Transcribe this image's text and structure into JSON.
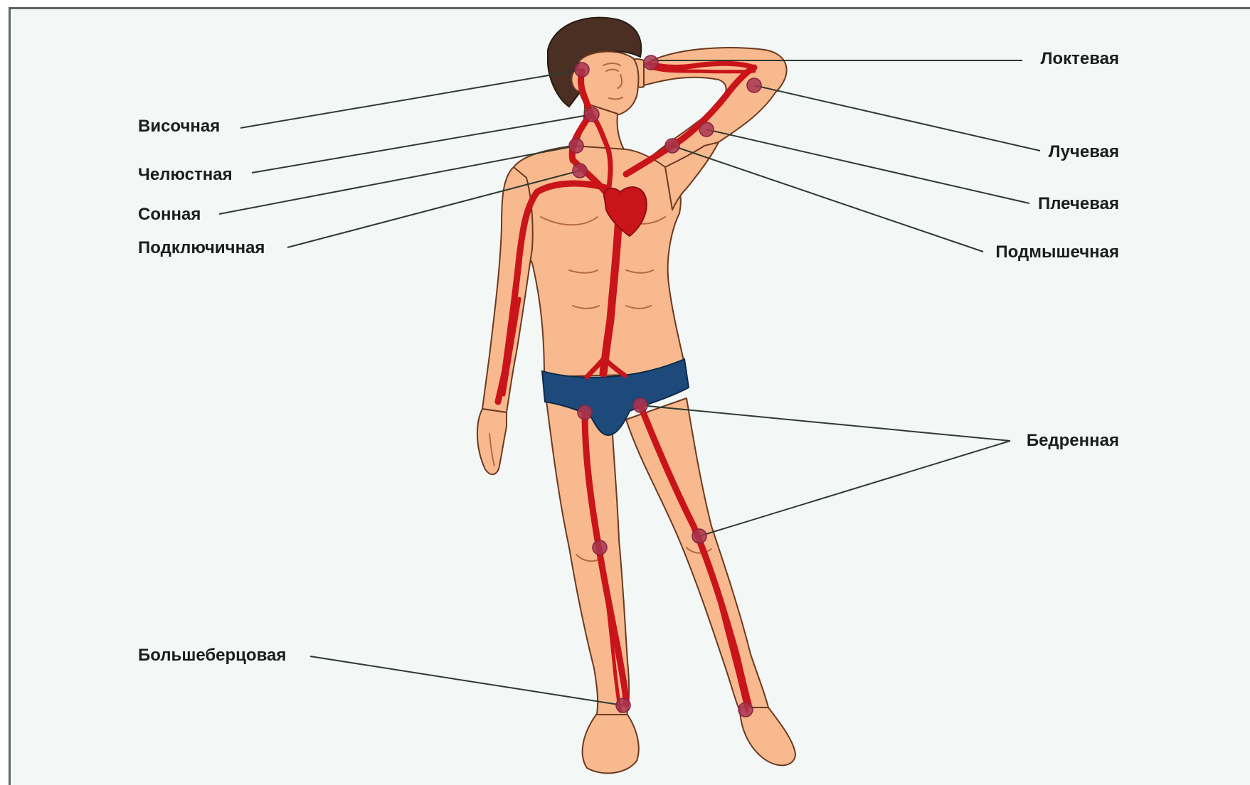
{
  "diagram": {
    "labels": {
      "temporal": "Височная",
      "maxillary": "Челюстная",
      "carotid": "Сонная",
      "subclavian": "Подключичная",
      "ulnar": "Локтевая",
      "radial": "Лучевая",
      "brachial": "Плечевая",
      "axillary": "Подмышечная",
      "femoral": "Бедренная",
      "tibial": "Большеберцовая"
    },
    "colors": {
      "background": "#f3f7f6",
      "artery": "#c9141a",
      "pulse_point": "#a83550",
      "skin": "#f8b98e",
      "briefs": "#1d4a7a",
      "hair": "#4a2f22",
      "leader_line": "#2f3a30"
    },
    "icons": [
      "human-figure",
      "heart-icon",
      "pulse-point-marker"
    ]
  }
}
